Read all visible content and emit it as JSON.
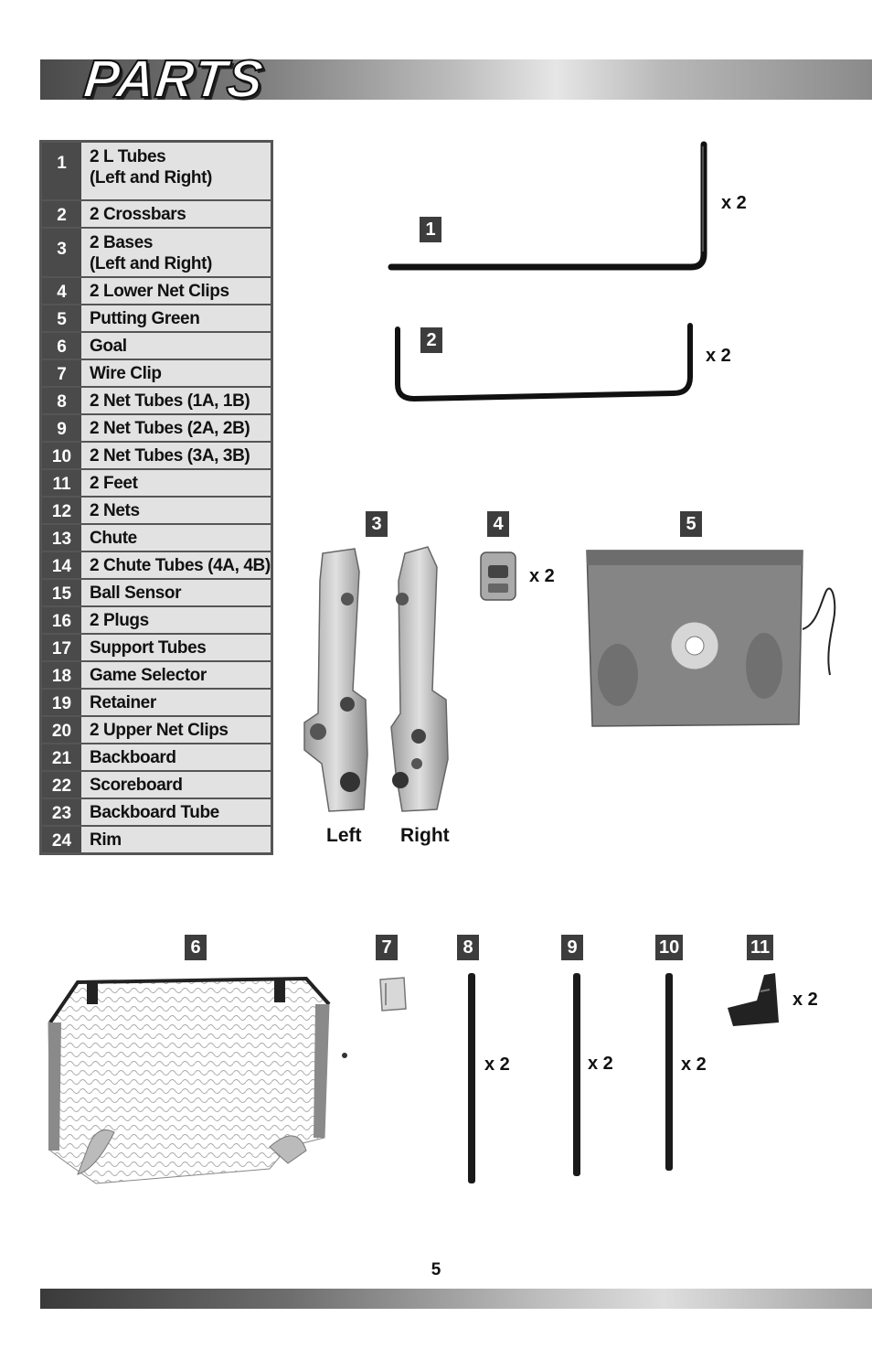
{
  "header": {
    "title": "PARTS"
  },
  "parts": [
    {
      "num": "1",
      "label": "2 L Tubes\n(Left and Right)"
    },
    {
      "num": "2",
      "label": "2 Crossbars"
    },
    {
      "num": "3",
      "label": "2 Bases\n(Left and Right)"
    },
    {
      "num": "4",
      "label": "2 Lower Net Clips"
    },
    {
      "num": "5",
      "label": "Putting Green"
    },
    {
      "num": "6",
      "label": "Goal"
    },
    {
      "num": "7",
      "label": "Wire Clip"
    },
    {
      "num": "8",
      "label": "2 Net Tubes (1A, 1B)"
    },
    {
      "num": "9",
      "label": "2 Net Tubes (2A, 2B)"
    },
    {
      "num": "10",
      "label": "2 Net Tubes (3A, 3B)"
    },
    {
      "num": "11",
      "label": "2 Feet"
    },
    {
      "num": "12",
      "label": "2 Nets"
    },
    {
      "num": "13",
      "label": "Chute"
    },
    {
      "num": "14",
      "label": "2 Chute Tubes (4A, 4B)"
    },
    {
      "num": "15",
      "label": "Ball Sensor"
    },
    {
      "num": "16",
      "label": "2 Plugs"
    },
    {
      "num": "17",
      "label": "Support Tubes"
    },
    {
      "num": "18",
      "label": "Game Selector"
    },
    {
      "num": "19",
      "label": "Retainer"
    },
    {
      "num": "20",
      "label": "2 Upper Net Clips"
    },
    {
      "num": "21",
      "label": "Backboard"
    },
    {
      "num": "22",
      "label": "Scoreboard"
    },
    {
      "num": "23",
      "label": "Backboard Tube"
    },
    {
      "num": "24",
      "label": "Rim"
    }
  ],
  "illustrations": {
    "badges": [
      "1",
      "2",
      "3",
      "4",
      "5",
      "6",
      "7",
      "8",
      "9",
      "10",
      "11"
    ],
    "quantity": "x 2",
    "left_label": "Left",
    "right_label": "Right"
  },
  "footer": {
    "page_number": "5"
  }
}
